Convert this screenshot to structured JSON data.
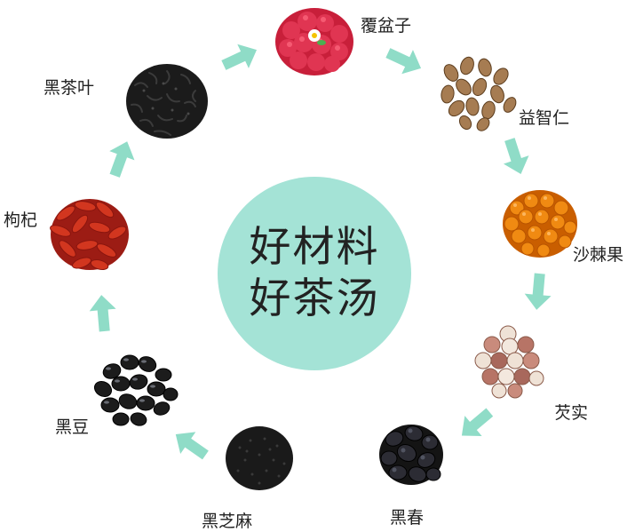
{
  "center": {
    "line1": "好材料",
    "line2": "好茶汤"
  },
  "ingredients": [
    {
      "label": "覆盆子",
      "icon": "raspberry-pile-icon"
    },
    {
      "label": "益智仁",
      "icon": "bitter-cardamom-seeds-icon"
    },
    {
      "label": "沙棘果",
      "icon": "sea-buckthorn-berries-icon"
    },
    {
      "label": "芡实",
      "icon": "gorgon-fruit-seeds-icon"
    },
    {
      "label": "黑春",
      "icon": "black-fruit-pile-icon"
    },
    {
      "label": "黑芝麻",
      "icon": "black-sesame-pile-icon"
    },
    {
      "label": "黑豆",
      "icon": "black-beans-pile-icon"
    },
    {
      "label": "枸杞",
      "icon": "goji-berries-pile-icon"
    },
    {
      "label": "黑茶叶",
      "icon": "black-tea-leaves-icon"
    }
  ],
  "colors": {
    "circle": "#a4e3d6",
    "arrow": "#8fdcc7"
  }
}
